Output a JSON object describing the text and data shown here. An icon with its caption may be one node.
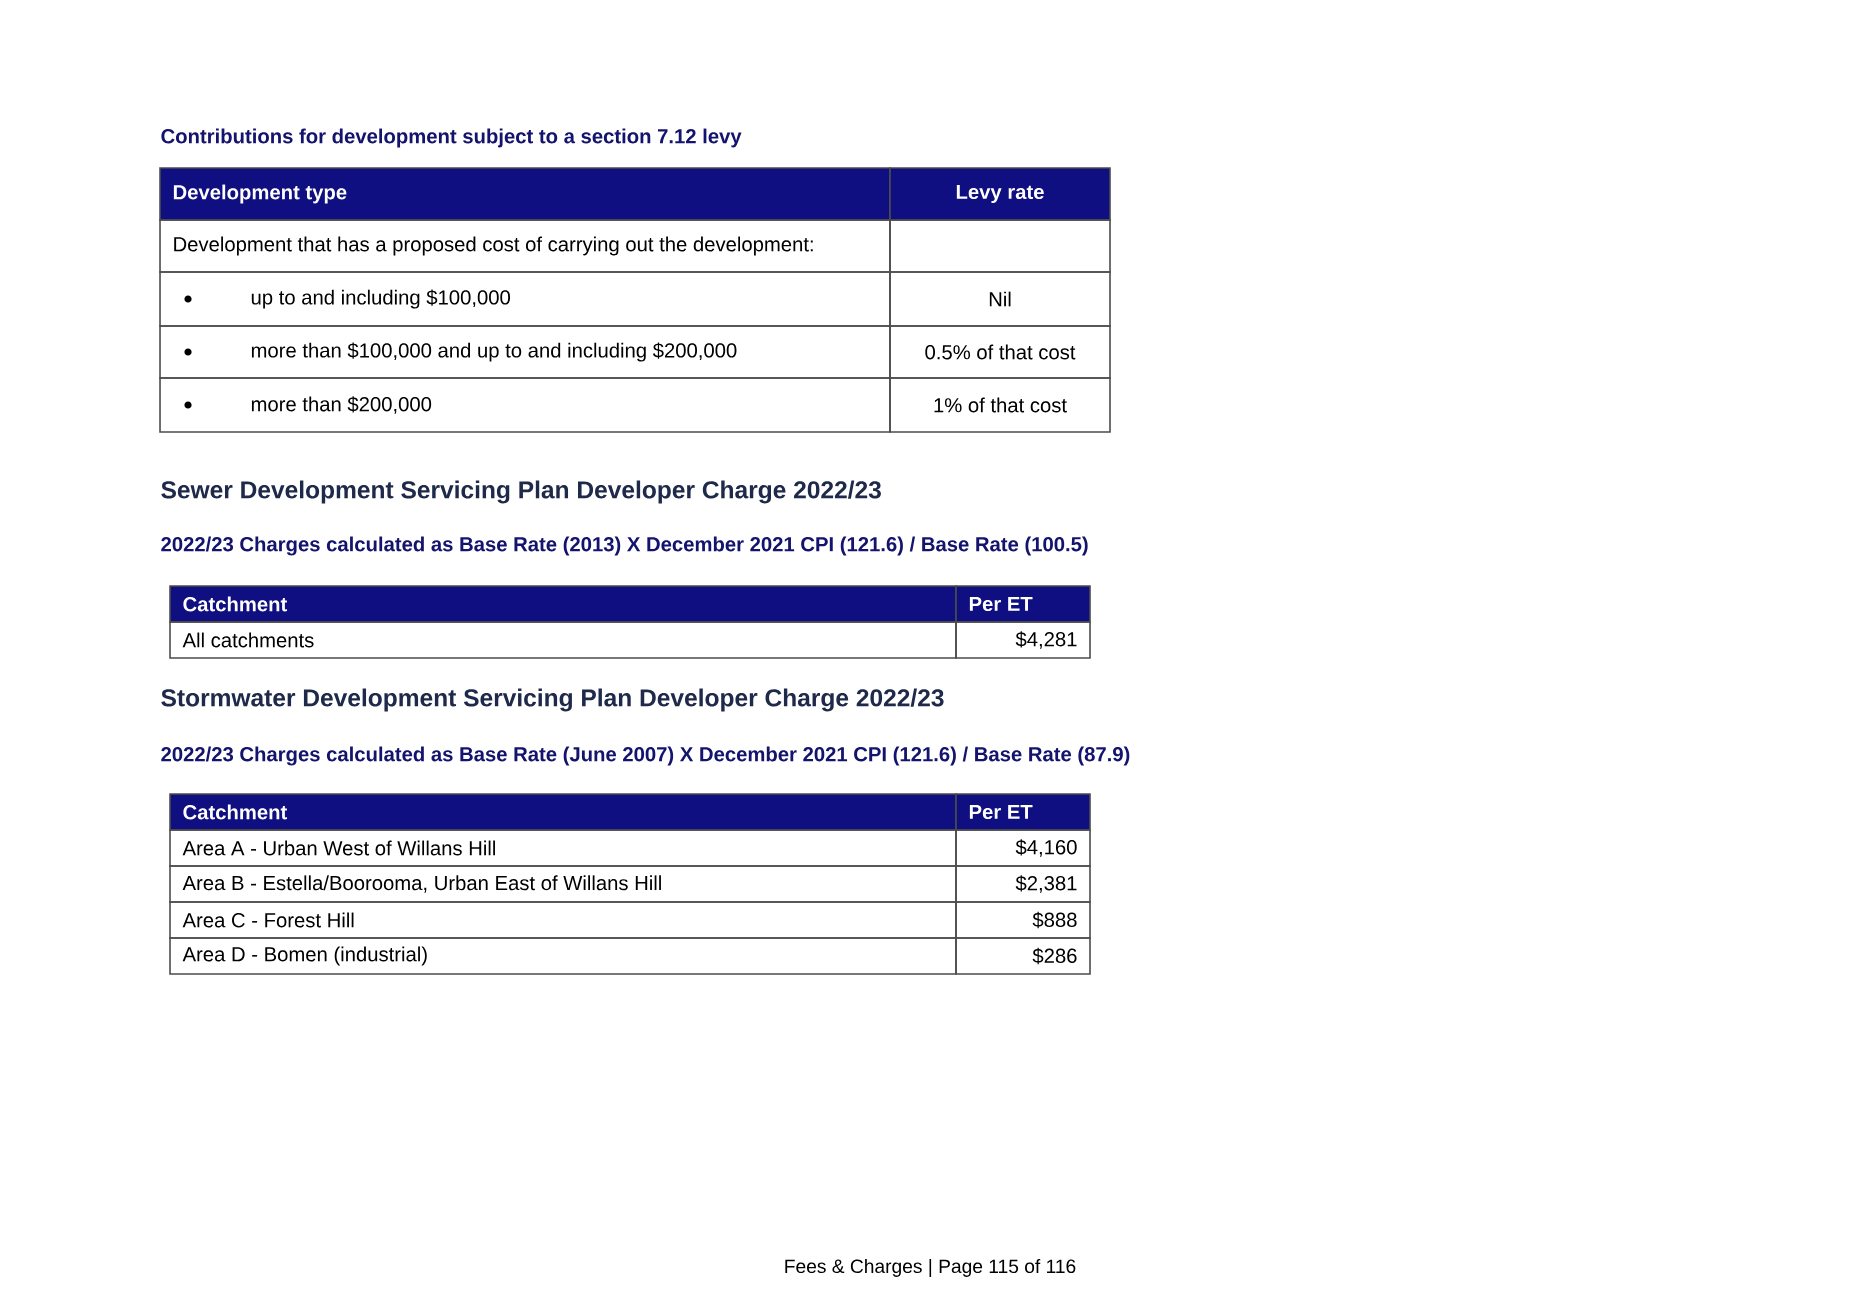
{
  "diagram": {
    "labels": [
      "Contributions for development subject to a section 7.12 levy",
      "Development type",
      "Levy rate",
      "Development that has a proposed cost of carrying out the development:",
      "up to and including $100,000",
      "Nil",
      "more than $100,000 and up to and including $200,000",
      "0.5% of that cost",
      "more than $200,000",
      "1% of that cost",
      "Sewer Development Servicing Plan Developer Charge 2022/23",
      "2022/23 Charges calculated as Base Rate (2013) X December 2021 CPI (121.6) / Base Rate (100.5)",
      "Catchment",
      "Per ET",
      "All catchments",
      "$4,281",
      "Stormwater Development Servicing Plan Developer Charge 2022/23",
      "2022/23 Charges calculated as Base Rate (June 2007) X December 2021 CPI (121.6) / Base Rate (87.9)",
      "Catchment",
      "Per ET",
      "Area A - Urban West of Willans Hill",
      "$4,160",
      "Area B - Estella/Boorooma, Urban East of Willans Hill",
      "$2,381",
      "Area C - Forest Hill",
      "$888",
      "Area D - Bomen (industrial)",
      "$286",
      "Fees & Charges | Page 115 of 116"
    ]
  }
}
